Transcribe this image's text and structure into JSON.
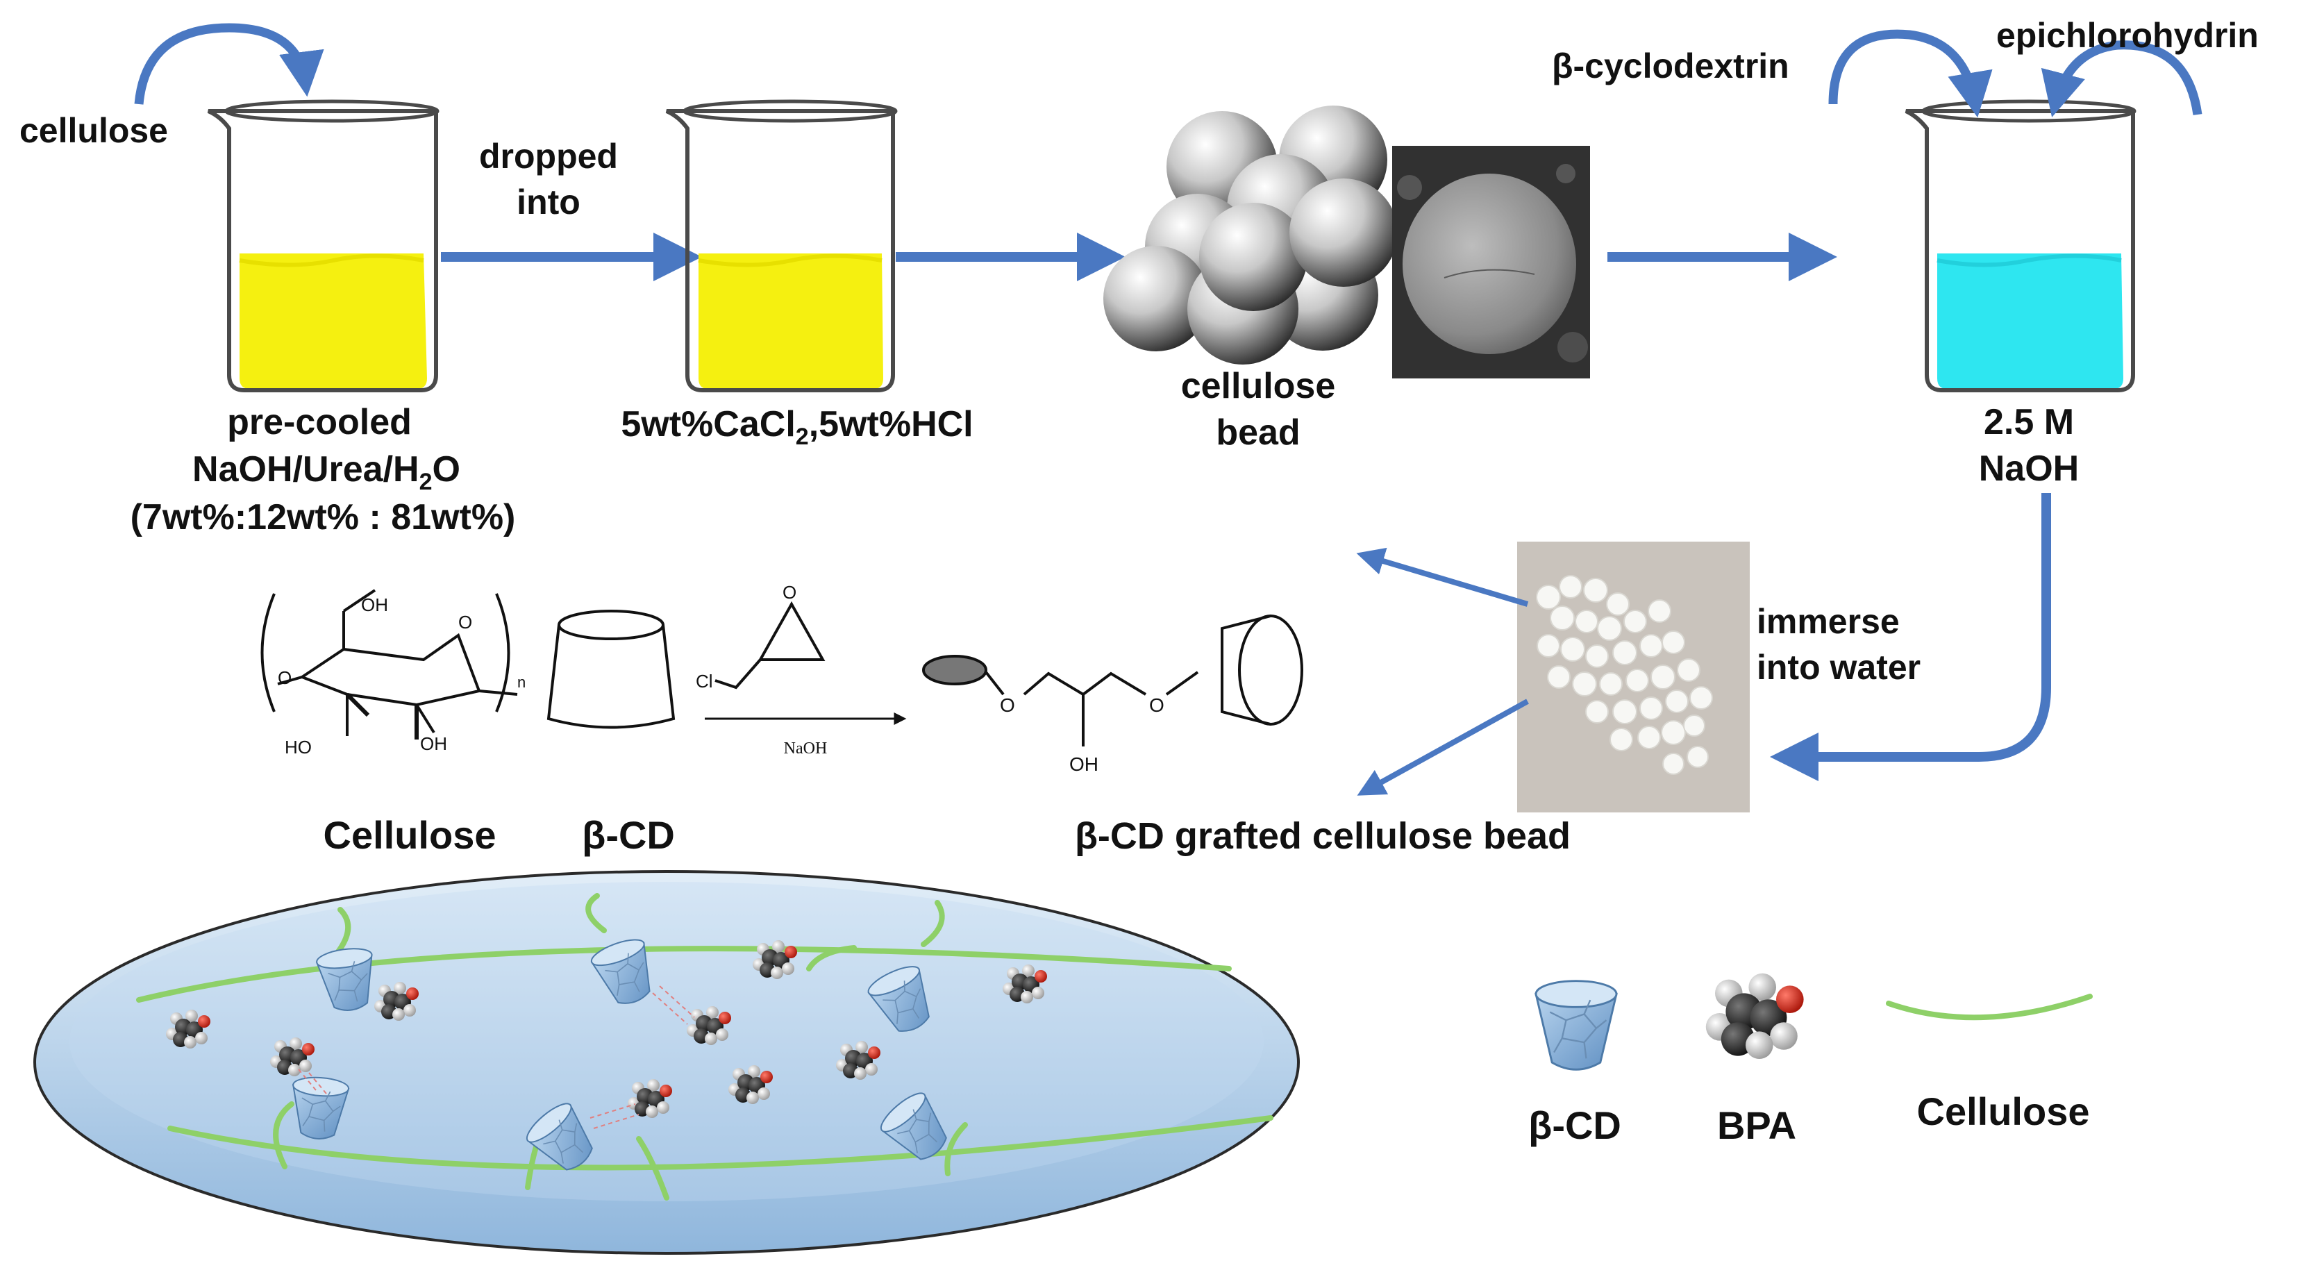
{
  "labels": {
    "cellulose_input": "cellulose",
    "dropped_line1": "dropped",
    "dropped_line2": "into",
    "solvent_line1": "pre-cooled",
    "solvent_line2_a": "NaOH/Urea/H",
    "solvent_line2_sub": "2",
    "solvent_line2_b": "O",
    "solvent_line3": "(7wt%:12wt% : 81wt%)",
    "bath_a": "5wt%CaCl",
    "bath_sub": "2",
    "bath_b": ",5wt%HCl",
    "bead_line1": "cellulose",
    "bead_line2": "bead",
    "cd_reagent": "β-cyclodextrin",
    "epi_reagent": "epichlorohydrin",
    "naoh_line1": "2.5 M",
    "naoh_line2": "NaOH",
    "immerse_line1": "immerse",
    "immerse_line2": "into water",
    "grafted_bead": "β-CD grafted cellulose bead",
    "cellulose_name": "Cellulose",
    "bcd_name": "β-CD"
  },
  "reaction": {
    "oh_top": "OH",
    "oh_left": "HO",
    "oh_bottom": "OH",
    "ring_o": "O",
    "chain_n": "n",
    "epoxide_o": "O",
    "cl": "Cl",
    "condition": "NaOH",
    "product_o1": "O",
    "product_o2": "O",
    "product_oh": "OH"
  },
  "legend": {
    "bcd": "β-CD",
    "bpa": "BPA",
    "cellulose": "Cellulose"
  },
  "colors": {
    "yellow_solution": "#f5f010",
    "cyan_solution": "#2ee6f0",
    "arrow_blue": "#4a78c2",
    "fiber_green": "#8ed068",
    "disc_blue": "#a9c9e8"
  }
}
